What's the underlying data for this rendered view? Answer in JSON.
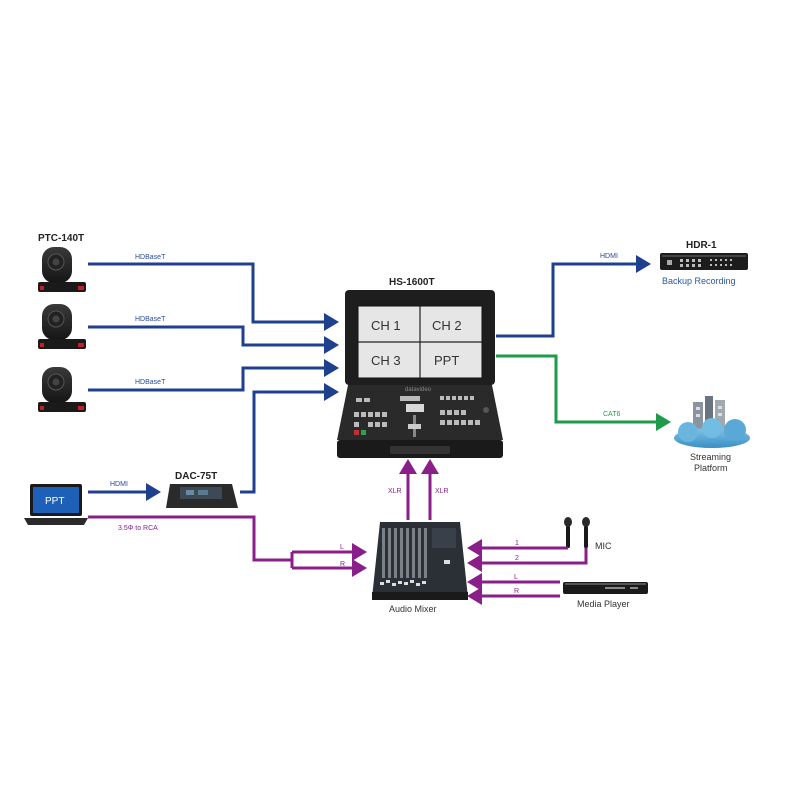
{
  "colors": {
    "video_line": "#1f3f8f",
    "audio_line": "#8a1f8a",
    "network_line": "#1f9a4a"
  },
  "devices": {
    "cameras": {
      "title": "PTC-140T",
      "count": 3,
      "link_label": "HDBaseT"
    },
    "switcher": {
      "title": "HS-1600T",
      "screen_cells": [
        "CH 1",
        "CH 2",
        "CH 3",
        "PPT"
      ],
      "brand": "datavideo"
    },
    "recorder": {
      "title": "HDR-1",
      "caption": "Backup Recording",
      "link_label": "HDMI"
    },
    "streaming": {
      "caption_line1": "Streaming",
      "caption_line2": "Platform",
      "link_label": "CAT6"
    },
    "laptop": {
      "screen_text": "PPT",
      "hdmi_label": "HDMI",
      "audio_label": "3.5Φ to RCA"
    },
    "converter": {
      "title": "DAC-75T"
    },
    "mixer": {
      "caption": "Audio Mixer",
      "output_labels": [
        "XLR",
        "XLR"
      ],
      "pc_input_labels": [
        "L",
        "R"
      ]
    },
    "mic": {
      "caption": "MIC",
      "channel_labels": [
        "1",
        "2"
      ]
    },
    "media_player": {
      "caption": "Media Player",
      "channel_labels": [
        "L",
        "R"
      ]
    }
  }
}
